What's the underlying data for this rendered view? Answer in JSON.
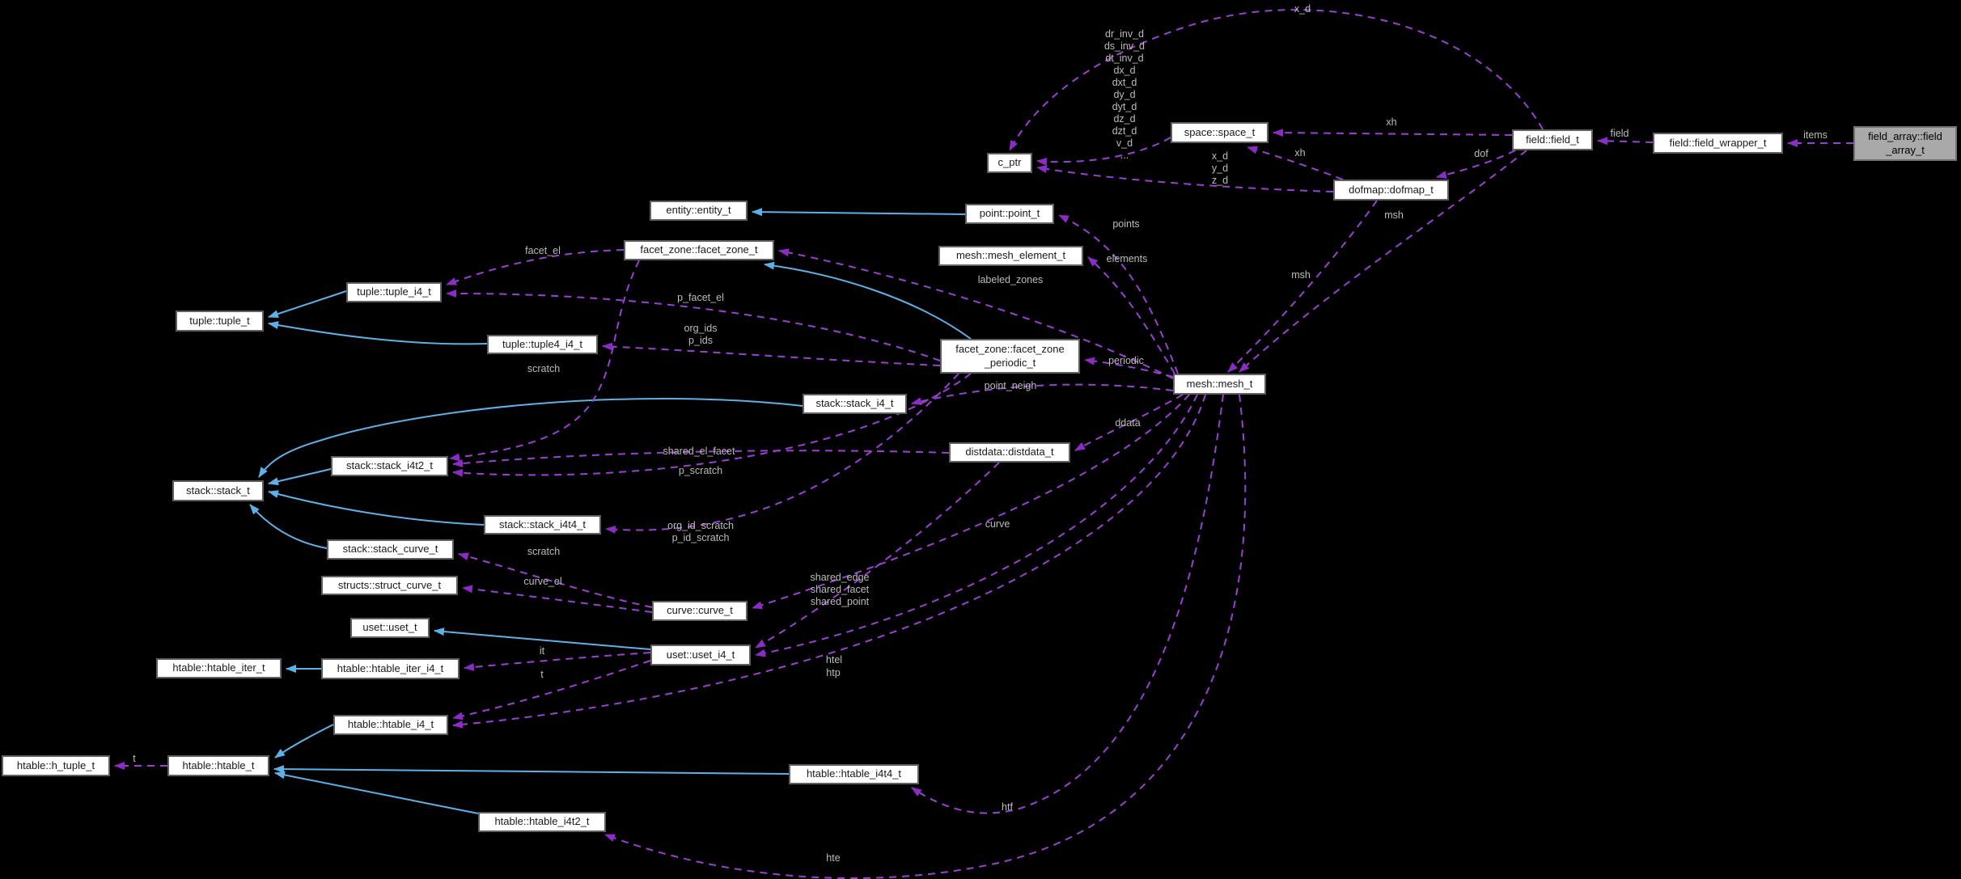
{
  "diagram": {
    "type": "doxygen-collaboration-graph",
    "colors": {
      "background": "#000000",
      "usage_edge": "#9c3fd4",
      "inheritance_edge": "#5db1e8",
      "node_fill": "#ffffff",
      "node_border": "#5f5f5f",
      "highlight_node_fill": "#a9a9a9",
      "edge_label_text": "#bcbcbc",
      "node_text": "#1a1a1a"
    },
    "nodes": [
      {
        "id": "c_ptr",
        "label": "c_ptr"
      },
      {
        "id": "space",
        "label": "space::space_t"
      },
      {
        "id": "field",
        "label": "field::field_t"
      },
      {
        "id": "wrapper",
        "label": "field::field_wrapper_t"
      },
      {
        "id": "farray",
        "label": "field_array::field\n_array_t",
        "gray": true
      },
      {
        "id": "dofmap",
        "label": "dofmap::dofmap_t"
      },
      {
        "id": "entity",
        "label": "entity::entity_t"
      },
      {
        "id": "point",
        "label": "point::point_t"
      },
      {
        "id": "mesh_el",
        "label": "mesh::mesh_element_t"
      },
      {
        "id": "fzone",
        "label": "facet_zone::facet_zone_t"
      },
      {
        "id": "tuple_i4",
        "label": "tuple::tuple_i4_t"
      },
      {
        "id": "tuple",
        "label": "tuple::tuple_t"
      },
      {
        "id": "tuple4",
        "label": "tuple::tuple4_i4_t"
      },
      {
        "id": "fzper",
        "label": "facet_zone::facet_zone\n_periodic_t"
      },
      {
        "id": "mesh",
        "label": "mesh::mesh_t"
      },
      {
        "id": "stack_i4",
        "label": "stack::stack_i4_t"
      },
      {
        "id": "distdata",
        "label": "distdata::distdata_t"
      },
      {
        "id": "stack_i4t2",
        "label": "stack::stack_i4t2_t"
      },
      {
        "id": "stack",
        "label": "stack::stack_t"
      },
      {
        "id": "stack_i4t4",
        "label": "stack::stack_i4t4_t"
      },
      {
        "id": "stack_curve",
        "label": "stack::stack_curve_t"
      },
      {
        "id": "struct_curve",
        "label": "structs::struct_curve_t"
      },
      {
        "id": "curve",
        "label": "curve::curve_t"
      },
      {
        "id": "uset",
        "label": "uset::uset_t"
      },
      {
        "id": "uset_i4",
        "label": "uset::uset_i4_t"
      },
      {
        "id": "iter",
        "label": "htable::htable_iter_t"
      },
      {
        "id": "iter_i4",
        "label": "htable::htable_iter_i4_t"
      },
      {
        "id": "htable_i4",
        "label": "htable::htable_i4_t"
      },
      {
        "id": "h_tuple",
        "label": "htable::h_tuple_t"
      },
      {
        "id": "htable",
        "label": "htable::htable_t"
      },
      {
        "id": "htable_i4t4",
        "label": "htable::htable_i4t4_t"
      },
      {
        "id": "htable_i4t2",
        "label": "htable::htable_i4t2_t"
      }
    ],
    "edges": [
      {
        "from": "point",
        "to": "entity",
        "style": "solid",
        "label": ""
      },
      {
        "from": "fzper",
        "to": "fzone",
        "style": "solid",
        "label": ""
      },
      {
        "from": "tuple_i4",
        "to": "tuple",
        "style": "solid",
        "label": ""
      },
      {
        "from": "tuple4",
        "to": "tuple",
        "style": "solid",
        "label": ""
      },
      {
        "from": "stack_i4",
        "to": "stack",
        "style": "solid",
        "label": ""
      },
      {
        "from": "stack_i4t2",
        "to": "stack",
        "style": "solid",
        "label": ""
      },
      {
        "from": "stack_i4t4",
        "to": "stack",
        "style": "solid",
        "label": ""
      },
      {
        "from": "stack_curve",
        "to": "stack",
        "style": "solid",
        "label": ""
      },
      {
        "from": "uset_i4",
        "to": "uset",
        "style": "solid",
        "label": ""
      },
      {
        "from": "iter_i4",
        "to": "iter",
        "style": "solid",
        "label": ""
      },
      {
        "from": "htable_i4",
        "to": "htable",
        "style": "solid",
        "label": ""
      },
      {
        "from": "htable_i4t4",
        "to": "htable",
        "style": "solid",
        "label": ""
      },
      {
        "from": "htable_i4t2",
        "to": "htable",
        "style": "solid",
        "label": ""
      },
      {
        "from": "farray",
        "to": "wrapper",
        "style": "dashed",
        "label": "items"
      },
      {
        "from": "wrapper",
        "to": "field",
        "style": "dashed",
        "label": "field"
      },
      {
        "from": "field",
        "to": "space",
        "style": "dashed",
        "label": "xh"
      },
      {
        "from": "dofmap",
        "to": "space",
        "style": "dashed",
        "label": "xh"
      },
      {
        "from": "field",
        "to": "dofmap",
        "style": "dashed",
        "label": "dof"
      },
      {
        "from": "field",
        "to": "mesh",
        "style": "dashed",
        "label": "msh"
      },
      {
        "from": "dofmap",
        "to": "mesh",
        "style": "dashed",
        "label": "msh"
      },
      {
        "from": "field",
        "to": "c_ptr",
        "style": "dashed",
        "label": "x_d"
      },
      {
        "from": "space",
        "to": "c_ptr",
        "style": "dashed",
        "label": "dr_inv_d\nds_inv_d\ndt_inv_d\ndx_d\ndxt_d\ndy_d\ndyt_d\ndz_d\ndzt_d\nv_d\n..."
      },
      {
        "from": "dofmap",
        "to": "c_ptr",
        "style": "dashed",
        "label": "x_d\ny_d\nz_d"
      },
      {
        "from": "mesh",
        "to": "point",
        "style": "dashed",
        "label": "points"
      },
      {
        "from": "mesh",
        "to": "mesh_el",
        "style": "dashed",
        "label": "elements"
      },
      {
        "from": "mesh",
        "to": "fzone",
        "style": "dashed",
        "label": "labeled_zones"
      },
      {
        "from": "mesh",
        "to": "fzper",
        "style": "dashed",
        "label": "periodic"
      },
      {
        "from": "mesh",
        "to": "stack_i4",
        "style": "dashed",
        "label": "point_neigh"
      },
      {
        "from": "mesh",
        "to": "distdata",
        "style": "dashed",
        "label": "ddata"
      },
      {
        "from": "mesh",
        "to": "curve",
        "style": "dashed",
        "label": "curve"
      },
      {
        "from": "mesh",
        "to": "uset_i4",
        "style": "dashed",
        "label": "htel"
      },
      {
        "from": "mesh",
        "to": "htable_i4",
        "style": "dashed",
        "label": "htp"
      },
      {
        "from": "mesh",
        "to": "htable_i4t4",
        "style": "dashed",
        "label": "htf"
      },
      {
        "from": "mesh",
        "to": "htable_i4t2",
        "style": "dashed",
        "label": "hte"
      },
      {
        "from": "distdata",
        "to": "stack_i4t2",
        "style": "dashed",
        "label": "shared_el_facet"
      },
      {
        "from": "fzper",
        "to": "stack_i4t2",
        "style": "dashed",
        "label": "p_scratch"
      },
      {
        "from": "fzone",
        "to": "stack_i4t2",
        "style": "dashed",
        "label": "scratch"
      },
      {
        "from": "fzper",
        "to": "tuple_i4",
        "style": "dashed",
        "label": "p_facet_el"
      },
      {
        "from": "fzone",
        "to": "tuple_i4",
        "style": "dashed",
        "label": "facet_el"
      },
      {
        "from": "fzper",
        "to": "tuple4",
        "style": "dashed",
        "label": "org_ids\np_ids"
      },
      {
        "from": "fzper",
        "to": "stack_i4t4",
        "style": "dashed",
        "label": "org_id_scratch\np_id_scratch"
      },
      {
        "from": "curve",
        "to": "stack_curve",
        "style": "dashed",
        "label": "scratch"
      },
      {
        "from": "curve",
        "to": "struct_curve",
        "style": "dashed",
        "label": "curve_el"
      },
      {
        "from": "distdata",
        "to": "uset_i4",
        "style": "dashed",
        "label": "shared_edge\nshared_facet\nshared_point"
      },
      {
        "from": "uset_i4",
        "to": "iter_i4",
        "style": "dashed",
        "label": "it"
      },
      {
        "from": "uset_i4",
        "to": "htable_i4",
        "style": "dashed",
        "label": "t"
      },
      {
        "from": "htable",
        "to": "h_tuple",
        "style": "dashed",
        "label": "t"
      }
    ]
  }
}
